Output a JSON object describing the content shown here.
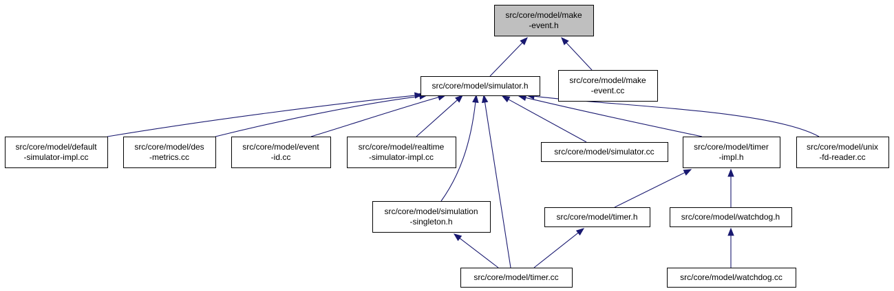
{
  "diagram": {
    "nodes": [
      {
        "id": "make_event_h",
        "lines": [
          "src/core/model/make",
          "-event.h"
        ],
        "root": true
      },
      {
        "id": "simulator_h",
        "lines": [
          "src/core/model/simulator.h"
        ]
      },
      {
        "id": "make_event_cc",
        "lines": [
          "src/core/model/make",
          "-event.cc"
        ]
      },
      {
        "id": "default_sim_impl",
        "lines": [
          "src/core/model/default",
          "-simulator-impl.cc"
        ]
      },
      {
        "id": "des_metrics",
        "lines": [
          "src/core/model/des",
          "-metrics.cc"
        ]
      },
      {
        "id": "event_id",
        "lines": [
          "src/core/model/event",
          "-id.cc"
        ]
      },
      {
        "id": "realtime_sim_impl",
        "lines": [
          "src/core/model/realtime",
          "-simulator-impl.cc"
        ]
      },
      {
        "id": "simulator_cc",
        "lines": [
          "src/core/model/simulator.cc"
        ]
      },
      {
        "id": "timer_impl_h",
        "lines": [
          "src/core/model/timer",
          "-impl.h"
        ]
      },
      {
        "id": "unix_fd_reader",
        "lines": [
          "src/core/model/unix",
          "-fd-reader.cc"
        ]
      },
      {
        "id": "sim_singleton_h",
        "lines": [
          "src/core/model/simulation",
          "-singleton.h"
        ]
      },
      {
        "id": "timer_h",
        "lines": [
          "src/core/model/timer.h"
        ]
      },
      {
        "id": "watchdog_h",
        "lines": [
          "src/core/model/watchdog.h"
        ]
      },
      {
        "id": "timer_cc",
        "lines": [
          "src/core/model/timer.cc"
        ]
      },
      {
        "id": "watchdog_cc",
        "lines": [
          "src/core/model/watchdog.cc"
        ]
      }
    ],
    "edges": [
      {
        "from": "simulator_h",
        "to": "make_event_h"
      },
      {
        "from": "make_event_cc",
        "to": "make_event_h"
      },
      {
        "from": "default_sim_impl",
        "to": "simulator_h"
      },
      {
        "from": "des_metrics",
        "to": "simulator_h"
      },
      {
        "from": "event_id",
        "to": "simulator_h"
      },
      {
        "from": "realtime_sim_impl",
        "to": "simulator_h"
      },
      {
        "from": "sim_singleton_h",
        "to": "simulator_h"
      },
      {
        "from": "timer_cc",
        "to": "simulator_h"
      },
      {
        "from": "simulator_cc",
        "to": "simulator_h"
      },
      {
        "from": "timer_impl_h",
        "to": "simulator_h"
      },
      {
        "from": "unix_fd_reader",
        "to": "simulator_h"
      },
      {
        "from": "timer_h",
        "to": "timer_impl_h"
      },
      {
        "from": "watchdog_h",
        "to": "timer_impl_h"
      },
      {
        "from": "timer_cc",
        "to": "sim_singleton_h"
      },
      {
        "from": "timer_cc",
        "to": "timer_h"
      },
      {
        "from": "watchdog_cc",
        "to": "watchdog_h"
      }
    ]
  },
  "colors": {
    "edge": "#191970",
    "root_fill": "#bfbfbf",
    "node_fill": "#ffffff",
    "node_border": "#000000"
  }
}
